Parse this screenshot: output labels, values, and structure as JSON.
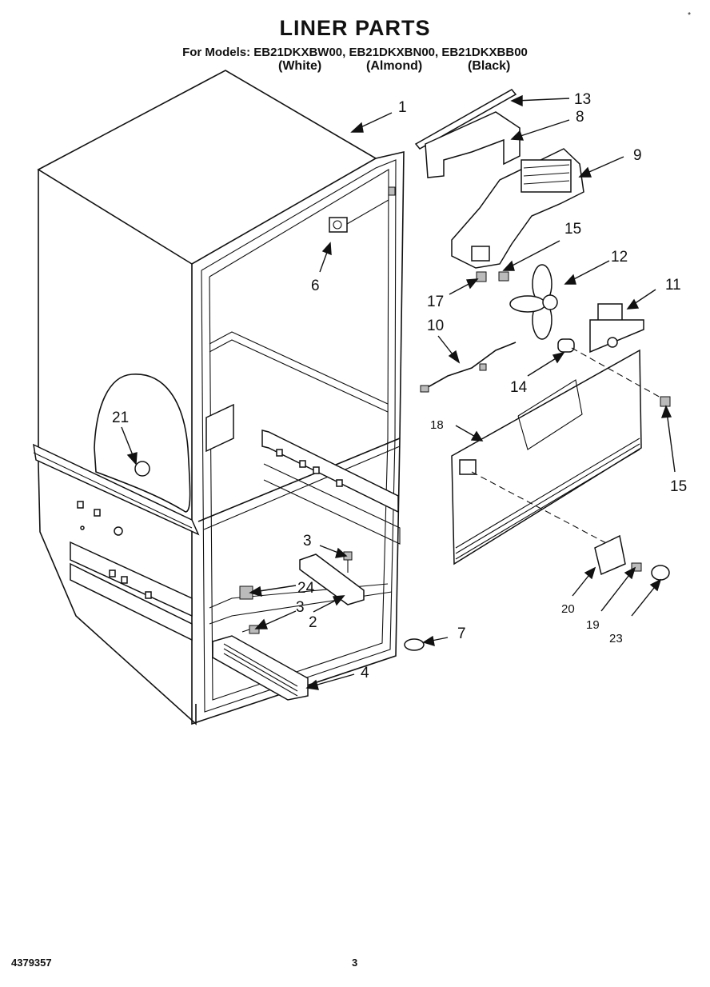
{
  "header": {
    "title": "LINER PARTS",
    "models_line": "For Models: EB21DKXBW00, EB21DKXBN00, EB21DKXBB00",
    "colors": [
      "(White)",
      "(Almond)",
      "(Black)"
    ],
    "corner_mark": "*"
  },
  "callouts": [
    "1",
    "13",
    "8",
    "9",
    "15",
    "12",
    "11",
    "6",
    "17",
    "10",
    "14",
    "21",
    "18",
    "15",
    "3",
    "24",
    "3",
    "2",
    "20",
    "19",
    "23",
    "7",
    "4"
  ],
  "footer": {
    "part_number": "4379357",
    "page": "3"
  }
}
